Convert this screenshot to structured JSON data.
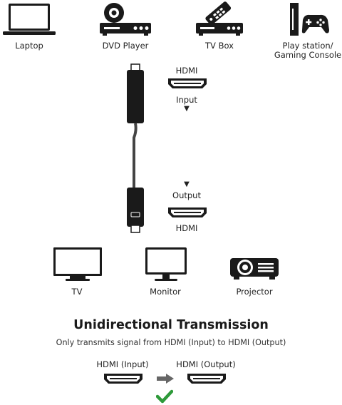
{
  "sources": {
    "laptop": "Laptop",
    "dvd": "DVD Player",
    "tvbox": "TV Box",
    "console_line1": "Play station/",
    "console_line2": "Gaming Console"
  },
  "cable": {
    "top_port": "HDMI",
    "input": "Input",
    "output": "Output",
    "bottom_port": "HDMI"
  },
  "displays": {
    "tv": "TV",
    "monitor": "Monitor",
    "projector": "Projector"
  },
  "title": "Unidirectional Transmission",
  "subtitle": "Only transmits signal from HDMI (Input) to HDMI (Output)",
  "example": {
    "input_label": "HDMI (Input)",
    "output_label": "HDMI (Output)"
  },
  "colors": {
    "icon": "#1a1a1a",
    "arrow": "#666666",
    "check": "#2e9a3a"
  }
}
